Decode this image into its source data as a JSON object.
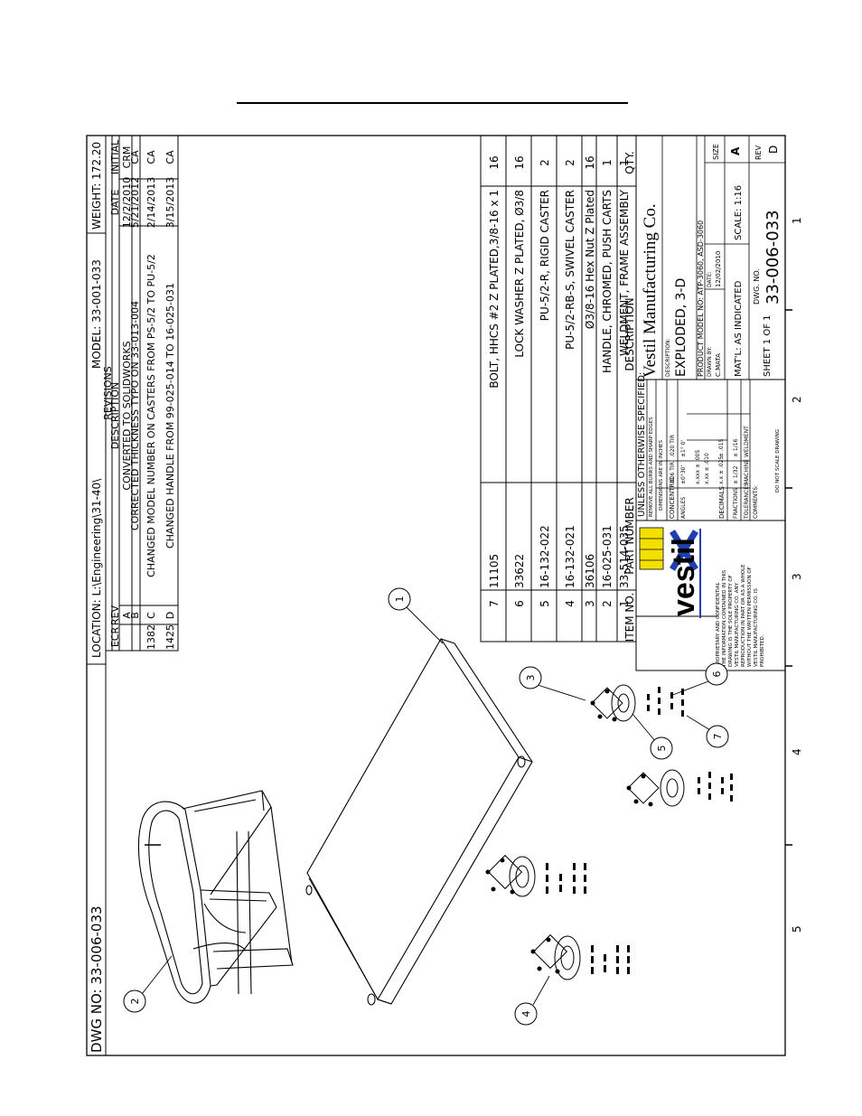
{
  "page": {
    "title_text": ""
  },
  "header": {
    "dwg_no": "DWG NO: 33-006-033",
    "location": "LOCATION: L:\\Engineering\\31-40\\",
    "model": "MODEL: 33-001-033",
    "weight": "WEIGHT: 172.20"
  },
  "revisions": {
    "title": "REVISIONS",
    "columns": [
      "ECR",
      "REV",
      "DESCRIPTION",
      "DATE",
      "INITIAL"
    ],
    "rows": [
      {
        "ecr": "",
        "rev": "A",
        "description": "CONVERTED TO SOLIDWORKS",
        "date": "12/2/2010",
        "initial": "CRM"
      },
      {
        "ecr": "",
        "rev": "B",
        "description": "CORRECTED THICKNESS TYPO ON 33-013-004",
        "date": "5/21/2012",
        "initial": "CA"
      },
      {
        "ecr": "1382",
        "rev": "C",
        "description": "CHANGED MODEL NUMBER ON CASTERS FROM PS-5/2 TO PU-5/2",
        "date": "2/14/2013",
        "initial": "CA"
      },
      {
        "ecr": "1425",
        "rev": "D",
        "description": "CHANGED HANDLE FROM 99-025-014 TO 16-025-031",
        "date": "3/15/2013",
        "initial": "CA"
      }
    ]
  },
  "bom": {
    "headers": {
      "item": "ITEM NO.",
      "part": "PART NUMBER",
      "desc": "DESCRIPTION",
      "qty": "QTY."
    },
    "rows": [
      {
        "item": "7",
        "part": "11105",
        "description": "BOLT, HHCS #2 Z PLATED,3/8-16 x 1",
        "qty": "16"
      },
      {
        "item": "6",
        "part": "33622",
        "description": "LOCK WASHER Z PLATED, Ø3/8",
        "qty": "16"
      },
      {
        "item": "5",
        "part": "16-132-022",
        "description": "PU-5/2-R, RIGID CASTER",
        "qty": "2"
      },
      {
        "item": "4",
        "part": "16-132-021",
        "description": "PU-5/2-RB-S, SWIVEL CASTER",
        "qty": "2"
      },
      {
        "item": "3",
        "part": "36106",
        "description": "Ø3/8-16 Hex Nut Z Plated",
        "qty": "16"
      },
      {
        "item": "2",
        "part": "16-025-031",
        "description": "HANDLE, CHROMED, PUSH CARTS",
        "qty": "1"
      },
      {
        "item": "1",
        "part": "33-514-035",
        "description": "WELDMENT, FRAME ASSEMBLY",
        "qty": "1"
      }
    ]
  },
  "title_block": {
    "company": "Vestil Manufacturing Co.",
    "logo_text": "vestil",
    "proprietary": [
      "PROPRIETARY AND CONFIDENTIAL",
      "THE INFORMATION CONTAINED IN THIS",
      "DRAWING IS THE SOLE PROPERTY OF",
      "VESTIL MANUFACTURING CO. ANY",
      "REPRODUCTION IN PART OR AS A WHOLE",
      "WITHOUT THE WRITTEN PERMISSION OF",
      "VESTIL MANUFACTURING CO. IS",
      "PROHIBITED."
    ],
    "unless": "UNLESS OTHERWISE SPECIFIED:",
    "remove_burrs": "REMOVE ALL BURRS AND SHARP EDGES",
    "dims_inches": "DIMENSIONS ARE IN INCHES",
    "concentric": "CONCENTRIC",
    "concentric_v1": ".006 TIR",
    "concentric_v2": ".020 TIR",
    "angles": "ANGLES",
    "angles_v1": "±0°30'",
    "angles_v2": "±1° 0'",
    "decimals": "DECIMALS",
    "dec_1": "x.xxx ± .005",
    "dec_2": "x.xx ± .010",
    "dec_3": "x.x ± .025",
    "dec_4": "± .015",
    "fractions": "FRACTIONS",
    "frac_1": "± 1/32",
    "frac_2": "± 1/16",
    "tolerances": "TOLERANCES",
    "machine": "MACHINE",
    "weldment": "WELDMENT",
    "comments": "COMMENTS:",
    "do_not_scale": "DO NOT SCALE DRAWING",
    "description_label": "DESCRIPTION:",
    "description": "EXPLODED, 3-D",
    "product_model": "PRODUCT MODEL NO: ATP-3060, ASD-3060",
    "drawn_by_label": "DRAWN BY:",
    "drawn_by": "C.MATA",
    "date_label": "DATE:",
    "date": "12/02/2010",
    "matl": "MAT'L: AS INDICATED",
    "scale": "SCALE: 1:16",
    "size_label": "SIZE",
    "size": "A",
    "sheet": "SHEET 1 OF 1",
    "dwg_label": "DWG. NO.",
    "dwg_number": "33-006-033",
    "rev_label": "REV",
    "rev": "D"
  },
  "zones": [
    "5",
    "4",
    "3",
    "2",
    "1"
  ],
  "balloons": [
    "1",
    "2",
    "3",
    "4",
    "5",
    "6",
    "7"
  ],
  "colors": {
    "logo_blue": "#1f3fb0",
    "logo_yellow": "#f2e000"
  }
}
